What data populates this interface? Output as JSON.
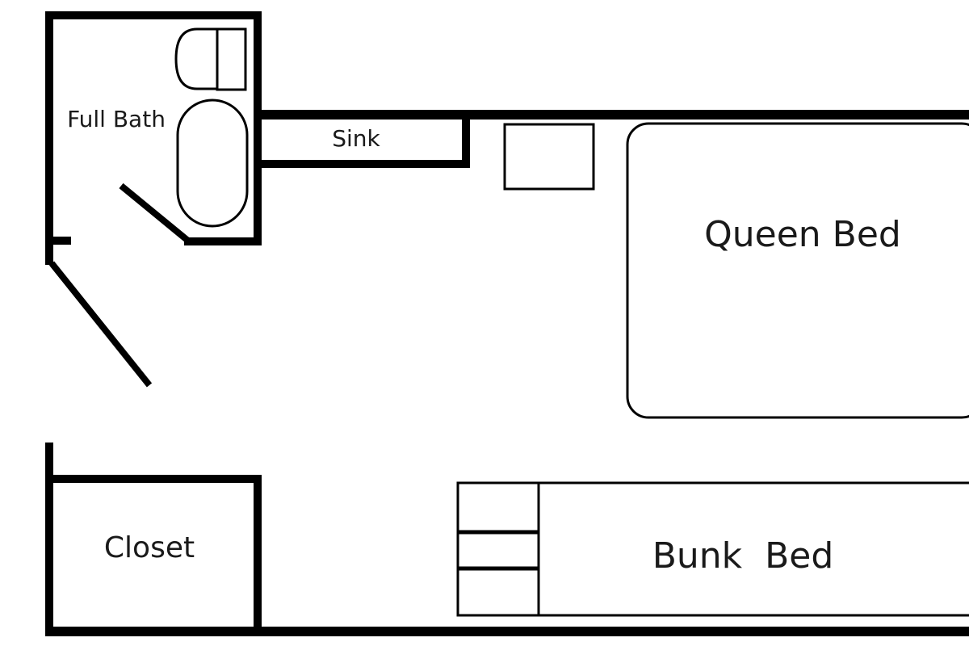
{
  "floorplan": {
    "labels": {
      "full_bath": "Full Bath",
      "sink": "Sink",
      "queen_bed": "Queen Bed",
      "closet": "Closet",
      "bunk_bed": "Bunk  Bed"
    },
    "colors": {
      "wall": "#000000",
      "background": "#ffffff",
      "text": "#1a1a1a"
    }
  }
}
